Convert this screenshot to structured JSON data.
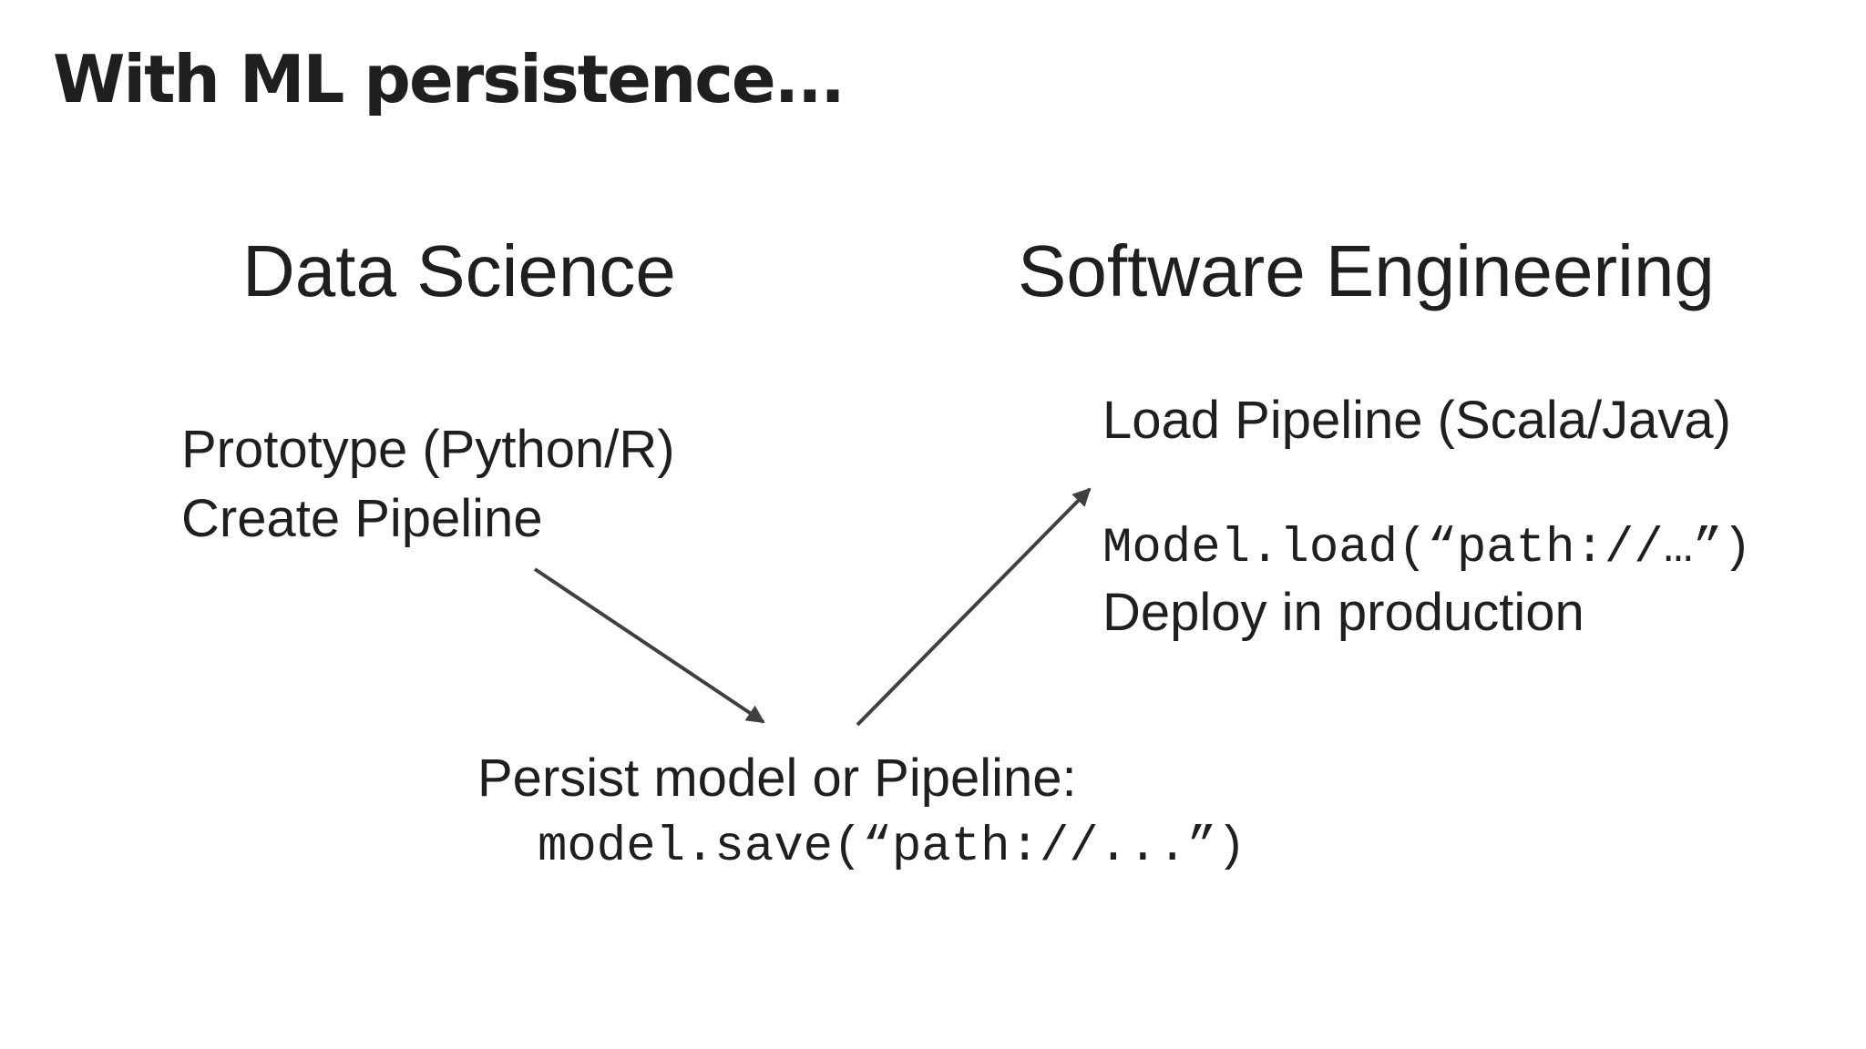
{
  "title": "With ML persistence...",
  "data_science": {
    "heading": "Data Science",
    "lines": [
      "Prototype (Python/R)",
      "Create Pipeline"
    ]
  },
  "software_engineering": {
    "heading": "Software Engineering",
    "load": "Load Pipeline (Scala/Java)",
    "code": "Model.load(“path://…”)",
    "deploy": "Deploy in production"
  },
  "persist": {
    "label": "Persist model or Pipeline:",
    "code": "model.save(“path://...”)"
  },
  "colors": {
    "text": "#1f1f1f",
    "arrow": "#404040",
    "background": "#ffffff"
  }
}
